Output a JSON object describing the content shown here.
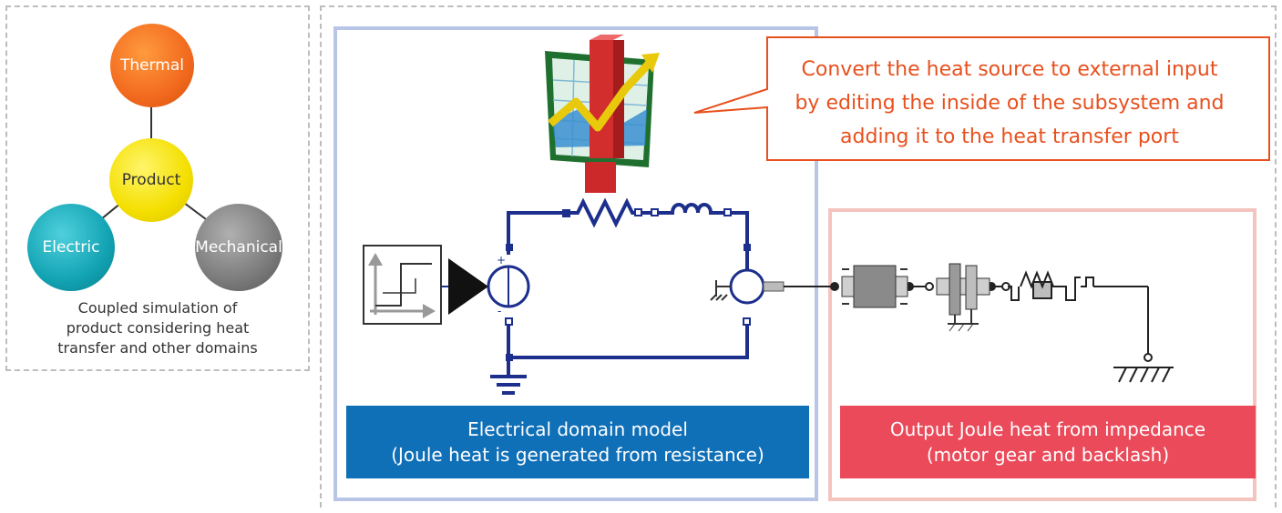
{
  "domains": {
    "thermal": "Thermal",
    "product": "Product",
    "electric": "Electric",
    "mechanical": "Mechanical"
  },
  "caption": [
    "Coupled simulation of",
    "product considering heat",
    "transfer and other domains"
  ],
  "callout": [
    "Convert the heat source to external input",
    "by editing the inside of the subsystem and",
    "adding it to the heat transfer port"
  ],
  "electrical_label": [
    "Electrical domain model",
    "(Joule heat is generated from resistance)"
  ],
  "output_label": [
    "Output Joule heat from impedance",
    "(motor gear and backlash)"
  ],
  "source_signs": {
    "plus": "+",
    "minus": "-"
  },
  "colors": {
    "thermal": "#f26a1e",
    "product": "#f4df00",
    "electric": "#12a3b3",
    "mechanical": "#7b7b7b",
    "circuit": "#1d2f8c",
    "callout": "#e8501e",
    "electrical_panel": "#b8c5e6",
    "output_panel": "#f4c4bf"
  }
}
